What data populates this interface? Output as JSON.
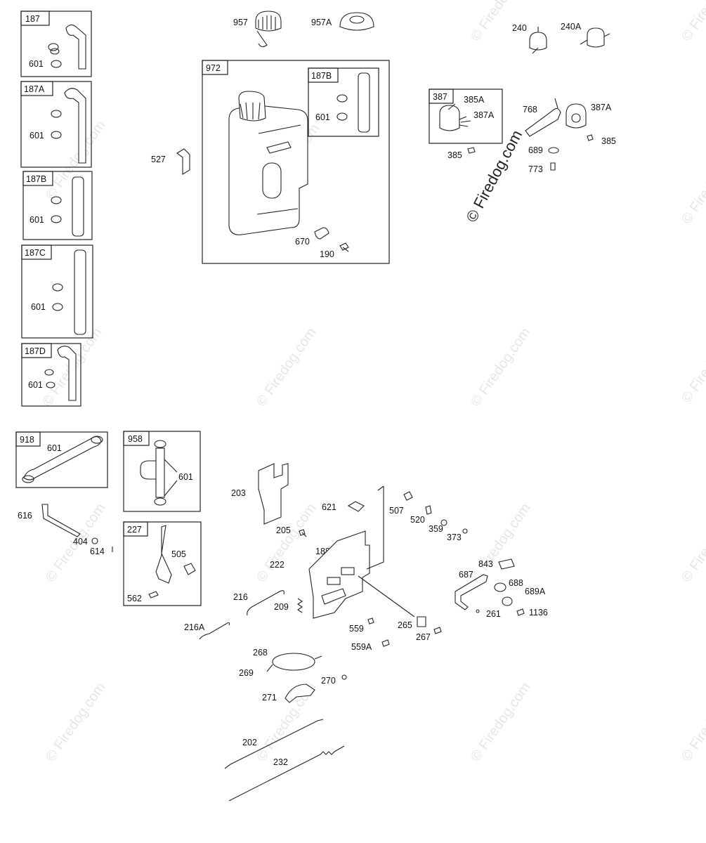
{
  "watermark": {
    "text": "© Firedog.com"
  },
  "boxes": {
    "b187": "187",
    "b187a": "187A",
    "b187b": "187B",
    "b187c": "187C",
    "b187d": "187D",
    "b972": "972",
    "b187b_inner": "187B",
    "b387": "387",
    "b918": "918",
    "b958": "958",
    "b227": "227"
  },
  "labels": {
    "p601a": "601",
    "p601b": "601",
    "p601c": "601",
    "p601d": "601",
    "p601e": "601",
    "p601f": "601",
    "p601g": "601",
    "p601h": "601",
    "p957": "957",
    "p957a": "957A",
    "p527": "527",
    "p670": "670",
    "p190": "190",
    "p240": "240",
    "p240a": "240A",
    "p385a": "385A",
    "p387a": "387A",
    "p385": "385",
    "p768": "768",
    "p387a2": "387A",
    "p385b": "385",
    "p689": "689",
    "p773": "773",
    "p616": "616",
    "p404": "404",
    "p614": "614",
    "p505": "505",
    "p562": "562",
    "p203": "203",
    "p621": "621",
    "p507": "507",
    "p520": "520",
    "p359": "359",
    "p373": "373",
    "p205": "205",
    "p188": "188",
    "p222": "222",
    "p216": "216",
    "p209": "209",
    "p216a": "216A",
    "p559": "559",
    "p559a": "559A",
    "p265": "265",
    "p267": "267",
    "p687": "687",
    "p843": "843",
    "p688": "688",
    "p689a": "689A",
    "p261": "261",
    "p1136": "1136",
    "p268": "268",
    "p269": "269",
    "p270": "270",
    "p271": "271",
    "p202": "202",
    "p232": "232"
  }
}
